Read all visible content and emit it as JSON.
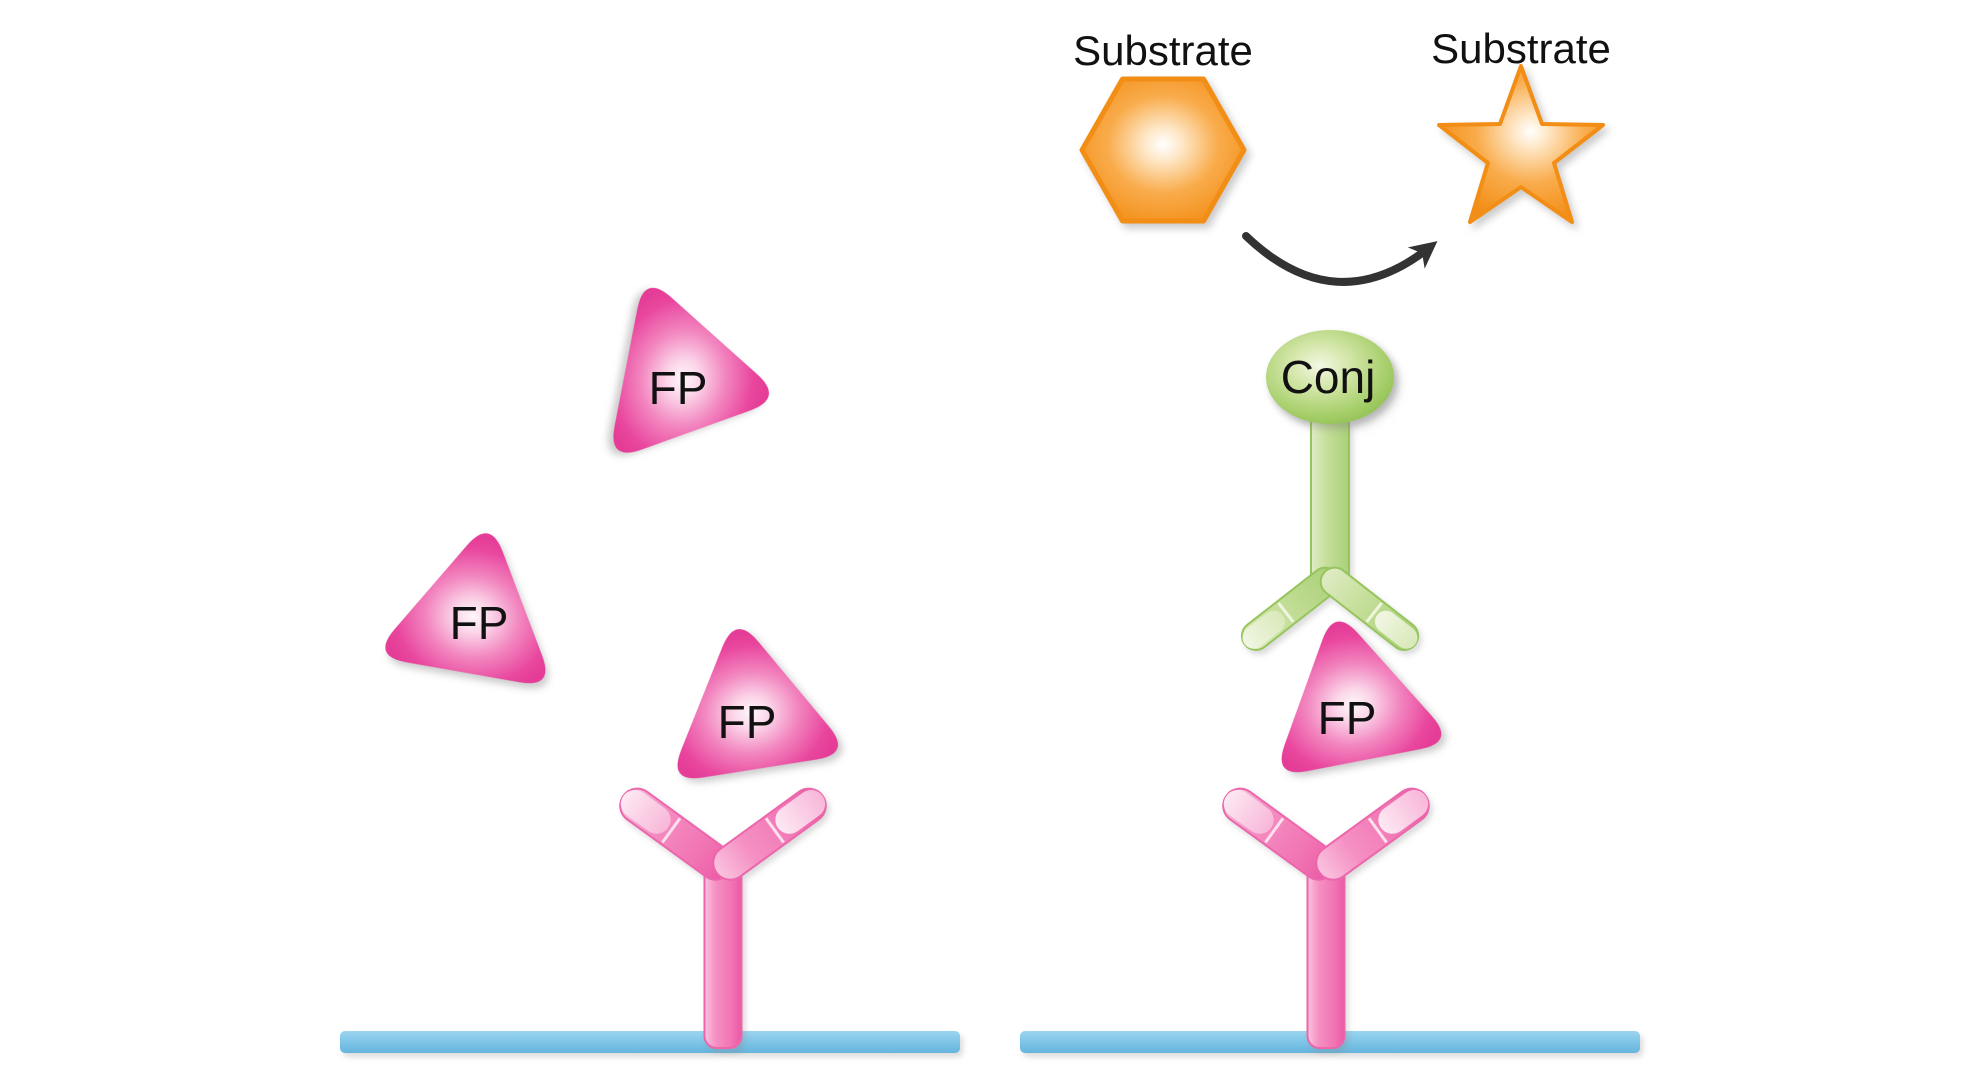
{
  "figure": {
    "type": "sandwich-immunoassay-diagram",
    "left_panel": {
      "fp_top": "FP",
      "fp_middle": "FP",
      "fp_bound": "FP"
    },
    "right_panel": {
      "substrate_before": "Substrate",
      "substrate_after": "Substrate",
      "conjugate": "Conj",
      "fp": "FP"
    },
    "icons": {
      "hexagon": "substrate-hexagon-icon",
      "star": "converted-substrate-star-icon",
      "arrow": "conversion-arrow-icon",
      "triangle": "fp-antigen-triangle-icon",
      "antibody": "y-antibody-icon"
    },
    "colors": {
      "fp_pink": "#E8449B",
      "antibody_pink": "#F58BC1",
      "antibody_pink_tip": "#FBDCEC",
      "conjugate_green": "#9BCA5E",
      "conjugate_green_light": "#D8E9B8",
      "substrate_orange": "#F28D15",
      "surface_blue": "#7CC3E6",
      "arrow_black": "#333333",
      "text_black": "#111111",
      "background": "#FFFFFF"
    }
  }
}
